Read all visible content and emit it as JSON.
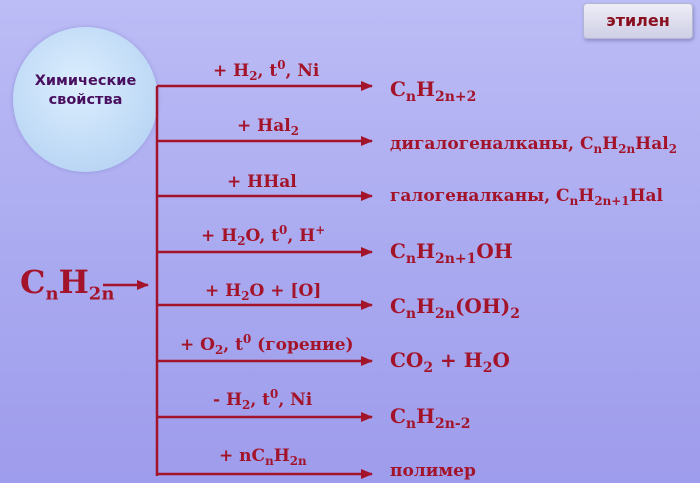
{
  "tag": "этилен",
  "circle": {
    "line1": "Химические",
    "line2": "свойства"
  },
  "source": {
    "main": "C",
    "n": "n",
    "h": "H",
    "sub": "2n"
  },
  "reactions": [
    {
      "cond": [
        "+ H",
        "2",
        ", t",
        "0",
        ", Ni"
      ],
      "prod": [
        "C",
        "n",
        "H",
        "2n+2"
      ]
    },
    {
      "cond": [
        "+ Hal",
        "2"
      ],
      "prod": [
        "дигалогеналканы, C",
        "n",
        "H",
        "2n",
        "Hal",
        "2"
      ]
    },
    {
      "cond": [
        "+ HHal"
      ],
      "prod": [
        "галогеналканы, C",
        "n",
        "H",
        "2n+1",
        "Hal"
      ]
    },
    {
      "cond": [
        "+ H",
        "2",
        "O, t",
        "0",
        ", H",
        "+"
      ],
      "prod": [
        "C",
        "n",
        "H",
        "2n+1",
        "OH"
      ]
    },
    {
      "cond": [
        "+ H",
        "2",
        "O + [O]"
      ],
      "prod": [
        "C",
        "n",
        "H",
        "2n",
        "(OH)",
        "2"
      ]
    },
    {
      "cond": [
        "+ O",
        "2",
        ", t",
        "0",
        " (горение)"
      ],
      "prod": [
        "CO",
        "2",
        " + H",
        "2",
        "O"
      ]
    },
    {
      "cond": [
        "- H",
        "2",
        ", t",
        "0",
        ", Ni"
      ],
      "prod": [
        "C",
        "n",
        "H",
        "2n-2"
      ]
    },
    {
      "cond": [
        "+ nC",
        "n",
        "H",
        "2n"
      ],
      "prod": [
        "полимер"
      ]
    }
  ],
  "colors": {
    "line": "#a3142a",
    "text": "#a3142a",
    "circle": "#c2dcf7",
    "bg": "#aeaef2"
  }
}
